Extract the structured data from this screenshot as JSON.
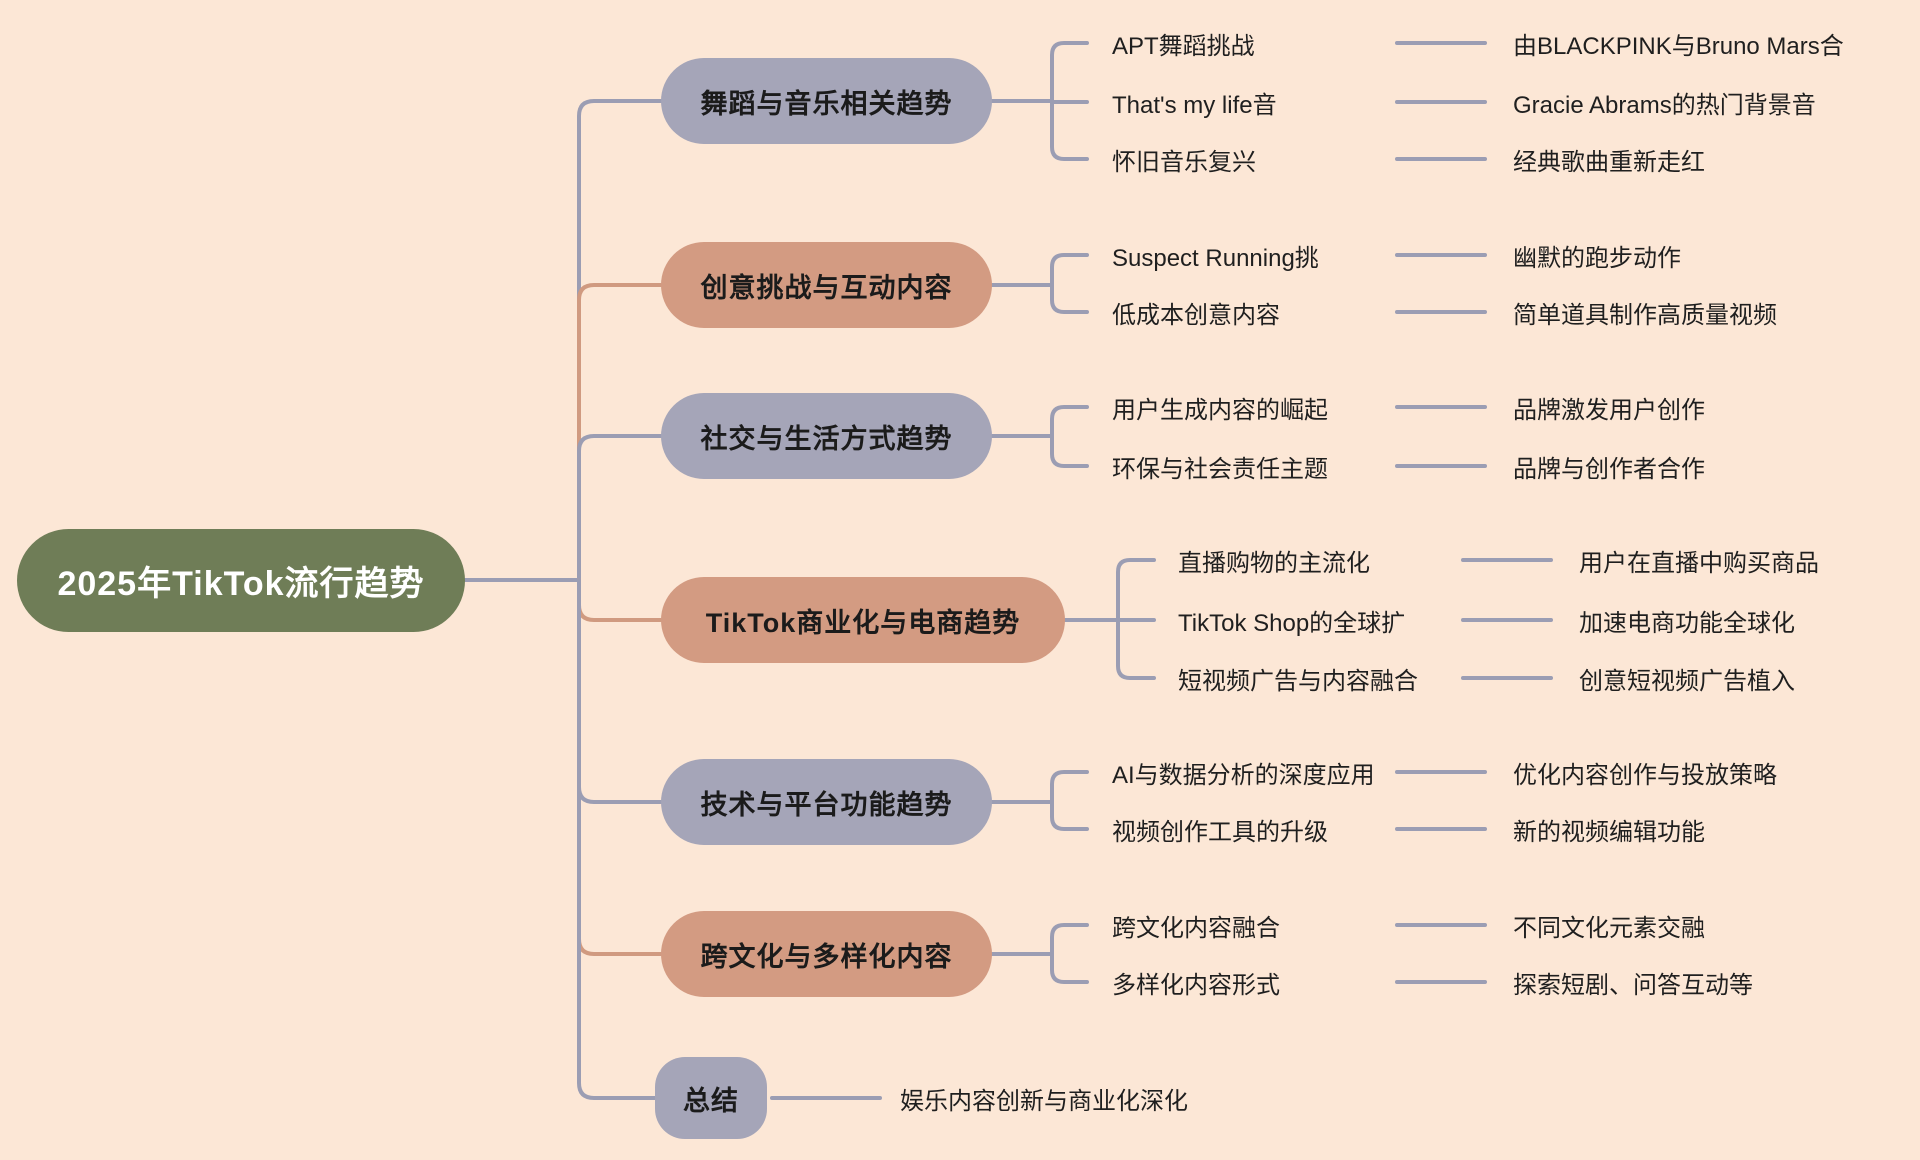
{
  "title": "2025年TikTok流行趋势 思维导图",
  "palette": {
    "background": "#fce7d6",
    "root_green": "#6f7d57",
    "purple_node": "#a5a5b8",
    "salmon_node": "#d39b82",
    "line_gray": "#9b9db3",
    "line_salmon": "#d09a80",
    "text_dark": "#1f1f1f",
    "root_text": "#ffffff"
  },
  "root": {
    "label": "2025年TikTok流行趋势"
  },
  "branches": [
    {
      "label": "舞蹈与音乐相关趋势",
      "style": "purple",
      "children": [
        {
          "label": "APT舞蹈挑战",
          "desc": "由BLACKPINK与Bruno Mars合"
        },
        {
          "label": "That's my life音",
          "desc": "Gracie Abrams的热门背景音"
        },
        {
          "label": "怀旧音乐复兴",
          "desc": "经典歌曲重新走红"
        }
      ]
    },
    {
      "label": "创意挑战与互动内容",
      "style": "salmon",
      "children": [
        {
          "label": "Suspect Running挑",
          "desc": "幽默的跑步动作"
        },
        {
          "label": "低成本创意内容",
          "desc": "简单道具制作高质量视频"
        }
      ]
    },
    {
      "label": "社交与生活方式趋势",
      "style": "purple",
      "children": [
        {
          "label": "用户生成内容的崛起",
          "desc": "品牌激发用户创作"
        },
        {
          "label": "环保与社会责任主题",
          "desc": "品牌与创作者合作"
        }
      ]
    },
    {
      "label": "TikTok商业化与电商趋势",
      "style": "salmon",
      "children": [
        {
          "label": "直播购物的主流化",
          "desc": "用户在直播中购买商品"
        },
        {
          "label": "TikTok Shop的全球扩",
          "desc": "加速电商功能全球化"
        },
        {
          "label": "短视频广告与内容融合",
          "desc": "创意短视频广告植入"
        }
      ]
    },
    {
      "label": "技术与平台功能趋势",
      "style": "purple",
      "children": [
        {
          "label": "AI与数据分析的深度应用",
          "desc": "优化内容创作与投放策略"
        },
        {
          "label": "视频创作工具的升级",
          "desc": "新的视频编辑功能"
        }
      ]
    },
    {
      "label": "跨文化与多样化内容",
      "style": "salmon",
      "children": [
        {
          "label": "跨文化内容融合",
          "desc": "不同文化元素交融"
        },
        {
          "label": "多样化内容形式",
          "desc": "探索短剧、问答互动等"
        }
      ]
    },
    {
      "label": "总结",
      "style": "purple",
      "children": [
        {
          "label": "",
          "desc": "娱乐内容创新与商业化深化"
        }
      ]
    }
  ]
}
